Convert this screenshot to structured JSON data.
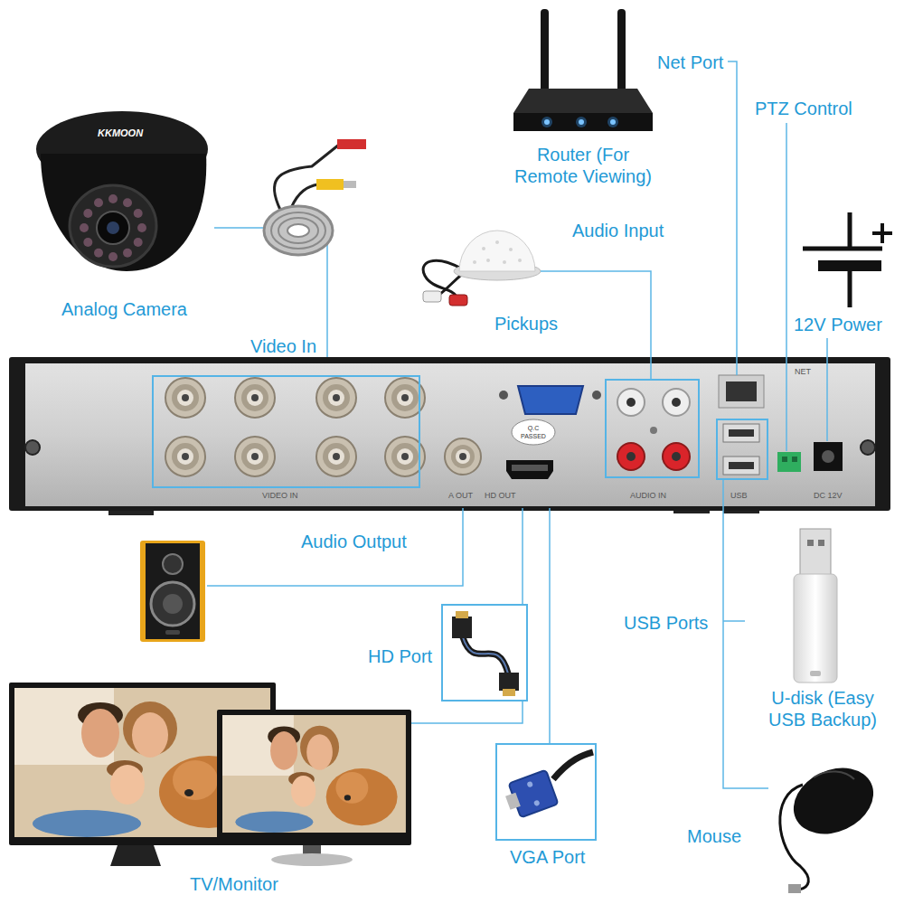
{
  "diagram": {
    "nodes": [
      {
        "text": [
          "Router (For Remote Viewing)"
        ]
      },
      {
        "text": [
          "Analog Camera"
        ]
      },
      {
        "text": [
          "Audio Input",
          "Pickups"
        ]
      },
      {
        "text": [
          "12V Power"
        ]
      },
      {
        "text": [
          "Video In"
        ]
      },
      {
        "text": [
          "HD Port"
        ]
      },
      {
        "text": [
          "TV/Monitor"
        ]
      },
      {
        "text": [
          "U-disk (Easy USB Backup)"
        ]
      },
      {
        "text": [
          "VGA Port"
        ]
      },
      {
        "text": [
          "Mouse"
        ]
      }
    ],
    "edges": [
      {
        "from": 1,
        "to": 4,
        "arrow": "none"
      },
      {
        "from": 5,
        "to": 6,
        "arrow": "none"
      }
    ],
    "labels": [
      "Net Port",
      "PTZ Control",
      "KKMOON",
      "Audio Output",
      "VIDEO IN",
      "A OUT",
      "Q.C PASSED",
      "HD OUT",
      "AUDIO IN",
      "USB",
      "NET",
      "USB Ports",
      "DC 12V"
    ]
  }
}
